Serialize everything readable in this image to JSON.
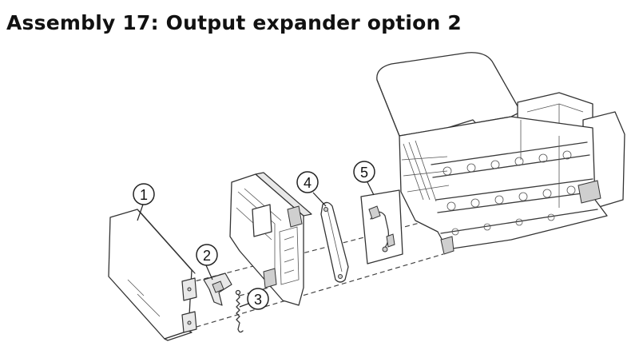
{
  "title": "Assembly 17: Output expander option 2",
  "callouts": [
    "1",
    "2",
    "3",
    "4",
    "5"
  ]
}
